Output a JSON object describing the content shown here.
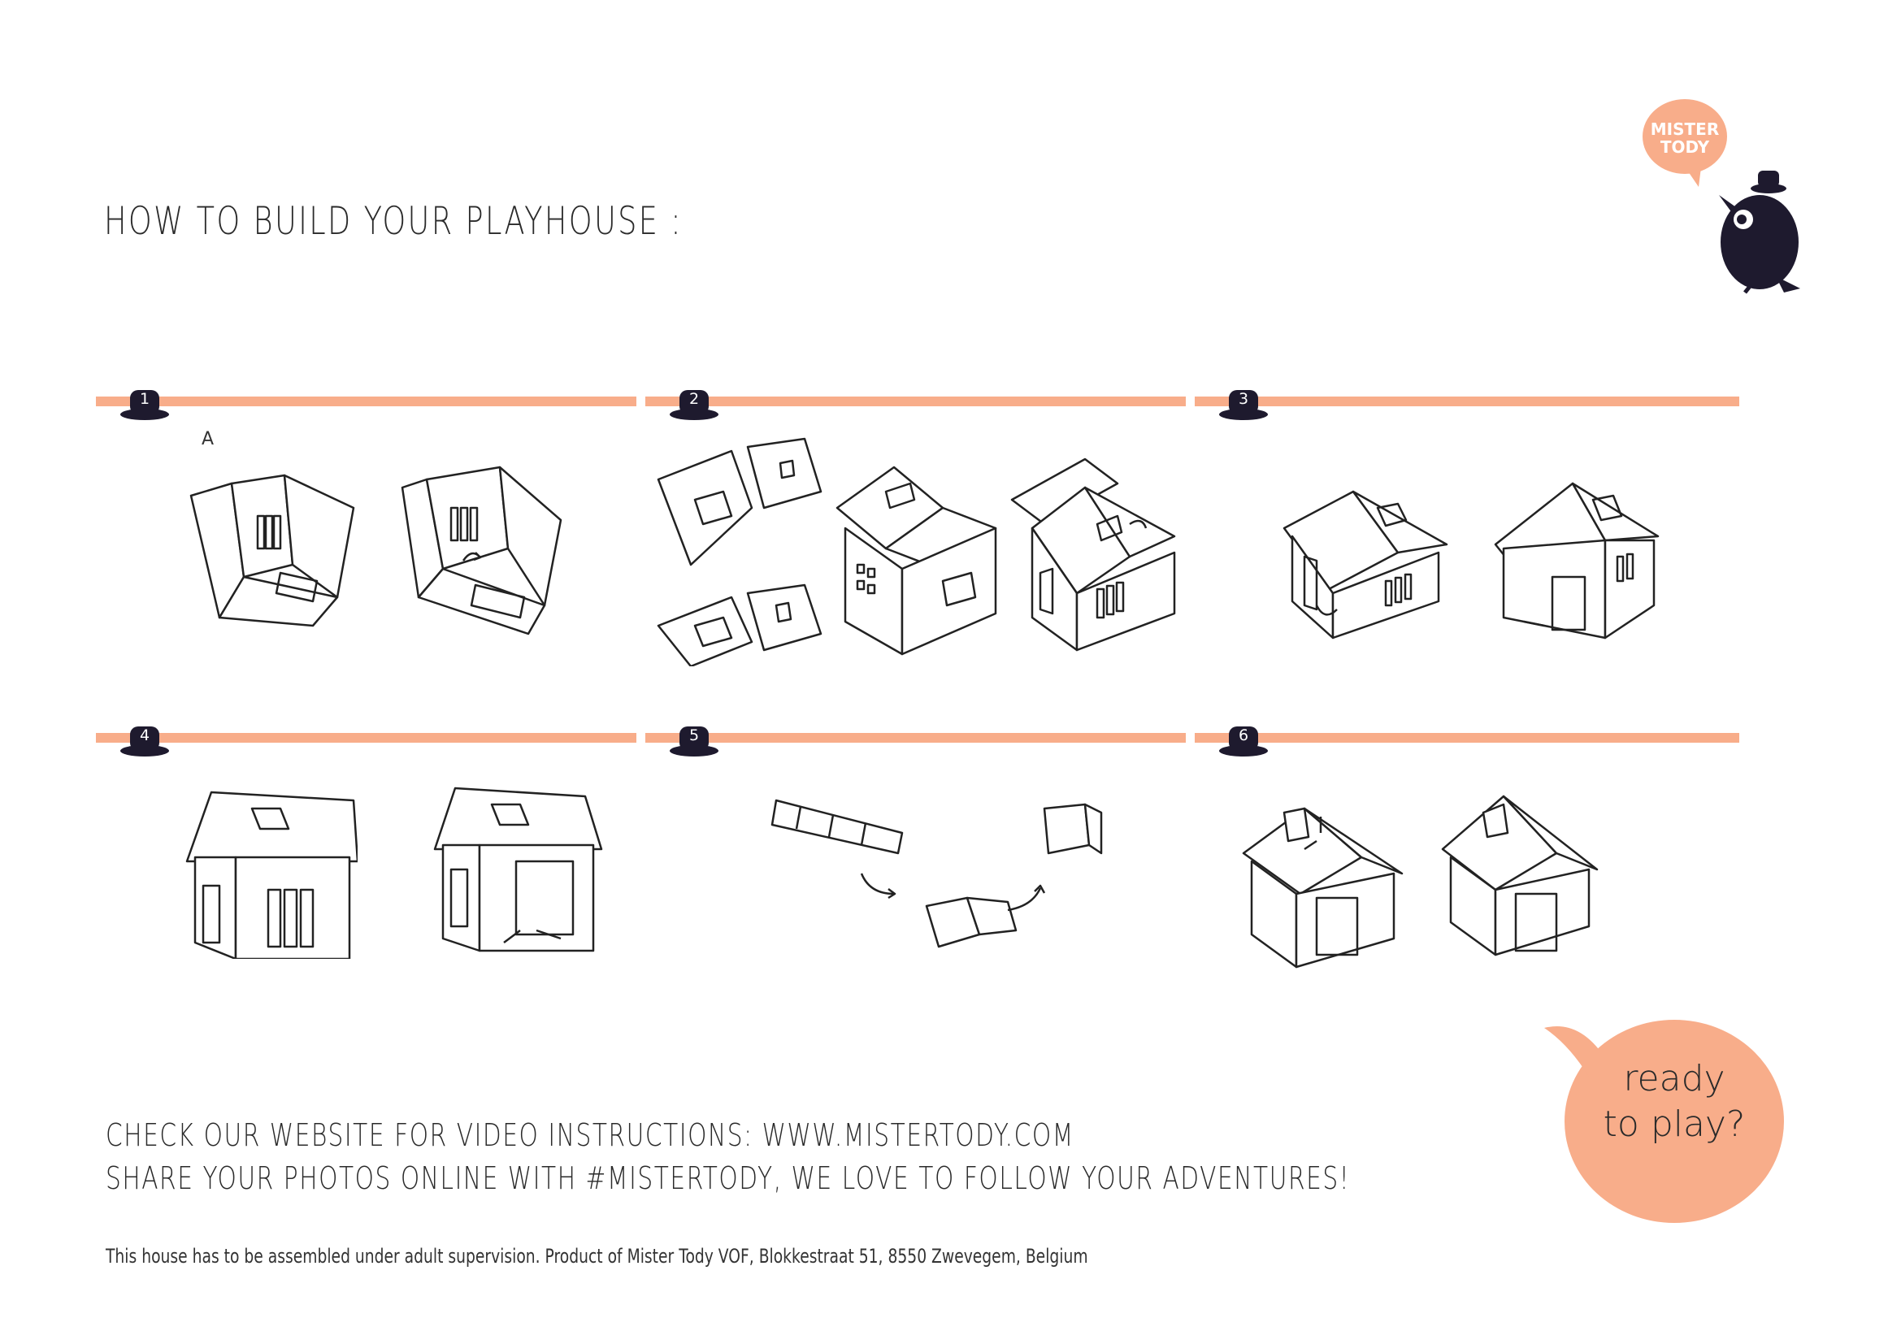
{
  "title": "HOW TO BUILD YOUR PLAYHOUSE :",
  "logo": {
    "line1": "MISTER",
    "line2": "TODY",
    "icon": "mister-tody-bird-icon"
  },
  "steps": [
    {
      "number": "1"
    },
    {
      "number": "2"
    },
    {
      "number": "3"
    },
    {
      "number": "4"
    },
    {
      "number": "5"
    },
    {
      "number": "6"
    }
  ],
  "step1_label": "A",
  "footer": {
    "line1": "CHECK OUR WEBSITE FOR VIDEO INSTRUCTIONS: WWW.MISTERTODY.COM",
    "line2": "SHARE YOUR PHOTOS ONLINE WITH #MISTERTODY, WE LOVE TO FOLLOW YOUR ADVENTURES!",
    "fine_print": "This house has to be assembled under adult supervision. Product of Mister Tody VOF, Blokkestraat 51, 8550 Zwevegem, Belgium"
  },
  "bubble": {
    "line1": "ready",
    "line2": "to play?"
  },
  "colors": {
    "accent": "#f8ad8a",
    "ink": "#1e1a2e"
  }
}
